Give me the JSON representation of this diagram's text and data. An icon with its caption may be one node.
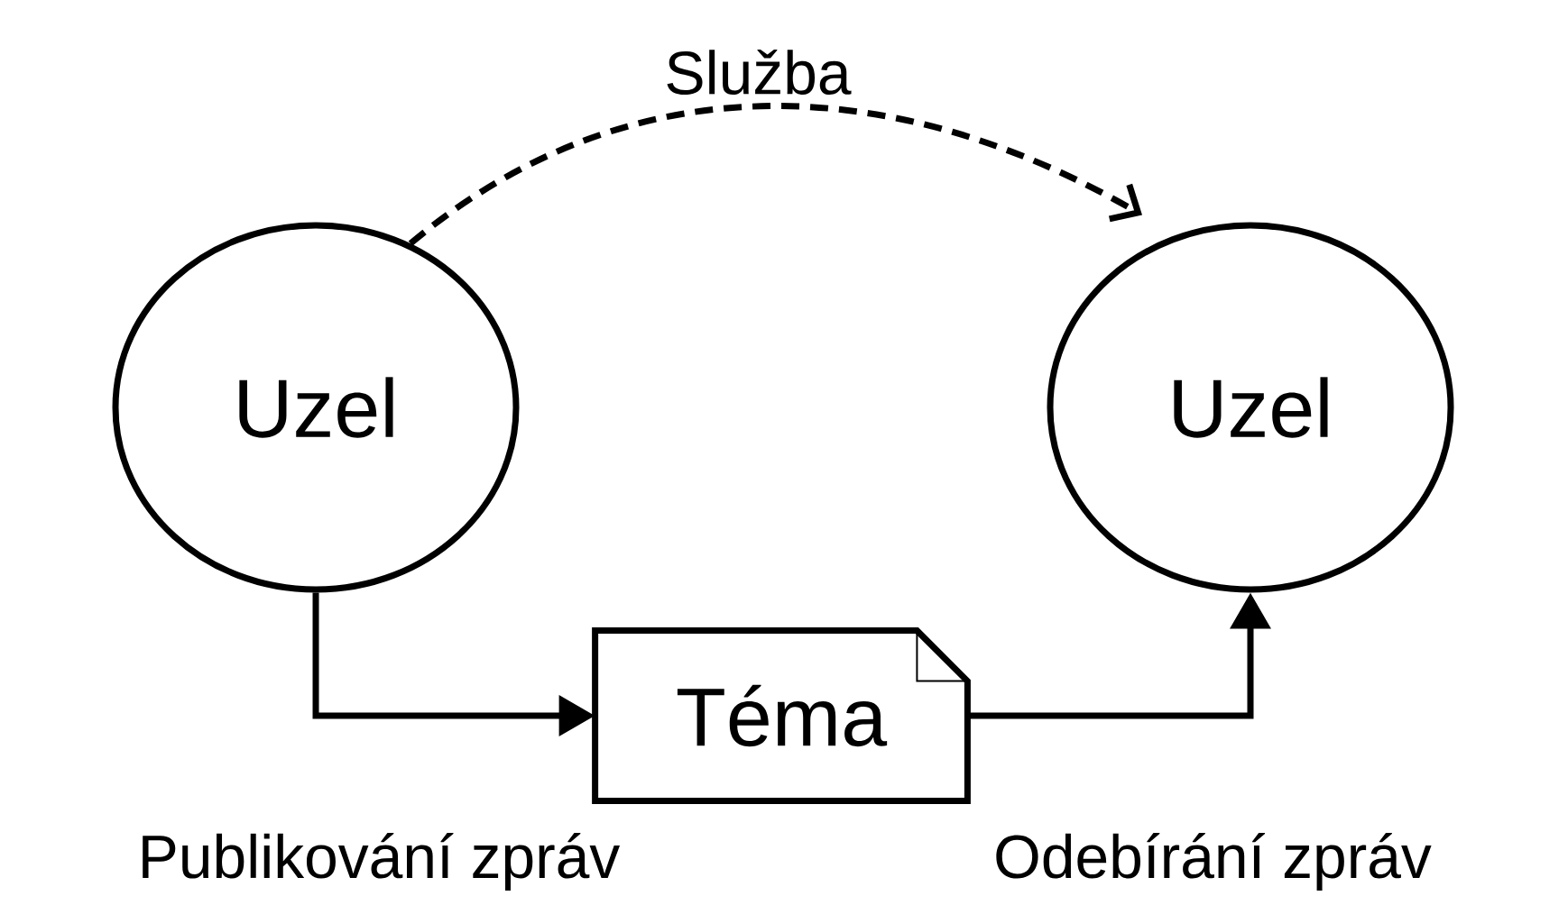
{
  "diagram": {
    "nodes": [
      {
        "text": [
          "Uzel"
        ]
      },
      {
        "text": [
          "Uzel"
        ]
      },
      {
        "text": [
          "Téma"
        ]
      }
    ],
    "edges": [
      {
        "from": 0,
        "to": 1,
        "arrow": "to",
        "style": "dashed",
        "label": "Služba"
      },
      {
        "from": 0,
        "to": 2,
        "arrow": "to",
        "label": "Publikování zpráv"
      },
      {
        "from": 2,
        "to": 1,
        "arrow": "to",
        "label": "Odebírání zpráv"
      }
    ]
  }
}
